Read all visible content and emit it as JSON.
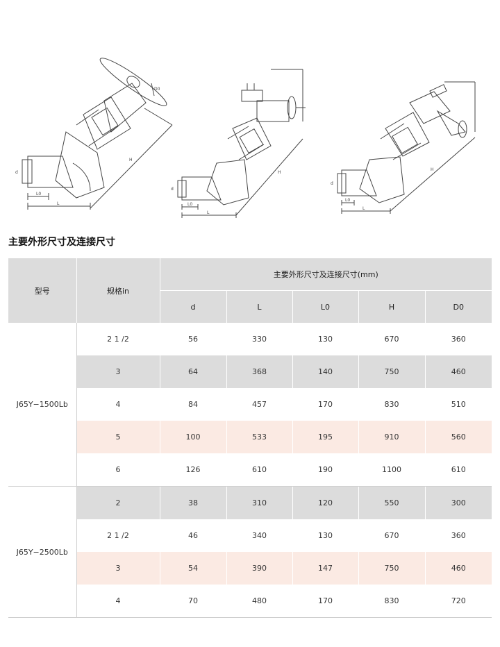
{
  "section_title": "主要外形尺寸及连接尺寸",
  "table": {
    "header_model": "型号",
    "header_size": "规格in",
    "header_group": "主要外形尺寸及连接尺寸(mm)",
    "columns": [
      "d",
      "L",
      "L0",
      "H",
      "D0"
    ],
    "groups": [
      {
        "model": "J65Y−1500Lb",
        "rows": [
          {
            "size": "2 1 /2",
            "values": [
              "56",
              "330",
              "130",
              "670",
              "360"
            ],
            "bg": "white"
          },
          {
            "size": "3",
            "values": [
              "64",
              "368",
              "140",
              "750",
              "460"
            ],
            "bg": "gray"
          },
          {
            "size": "4",
            "values": [
              "84",
              "457",
              "170",
              "830",
              "510"
            ],
            "bg": "white"
          },
          {
            "size": "5",
            "values": [
              "100",
              "533",
              "195",
              "910",
              "560"
            ],
            "bg": "pink"
          },
          {
            "size": "6",
            "values": [
              "126",
              "610",
              "190",
              "1100",
              "610"
            ],
            "bg": "white"
          }
        ]
      },
      {
        "model": "J65Y−2500Lb",
        "rows": [
          {
            "size": "2",
            "values": [
              "38",
              "310",
              "120",
              "550",
              "300"
            ],
            "bg": "gray"
          },
          {
            "size": "2 1 /2",
            "values": [
              "46",
              "340",
              "130",
              "670",
              "360"
            ],
            "bg": "white"
          },
          {
            "size": "3",
            "values": [
              "54",
              "390",
              "147",
              "750",
              "460"
            ],
            "bg": "pink"
          },
          {
            "size": "4",
            "values": [
              "70",
              "480",
              "170",
              "830",
              "720"
            ],
            "bg": "white"
          }
        ]
      }
    ]
  },
  "drawings": [
    {
      "name": "handwheel-valve-drawing",
      "dim_labels": [
        "L",
        "L0",
        "d",
        "H",
        "D0"
      ]
    },
    {
      "name": "gear-operated-valve-drawing",
      "dim_labels": [
        "L",
        "L0",
        "d",
        "H"
      ]
    },
    {
      "name": "electric-actuator-valve-drawing",
      "dim_labels": [
        "L",
        "L0",
        "d",
        "H"
      ]
    }
  ]
}
